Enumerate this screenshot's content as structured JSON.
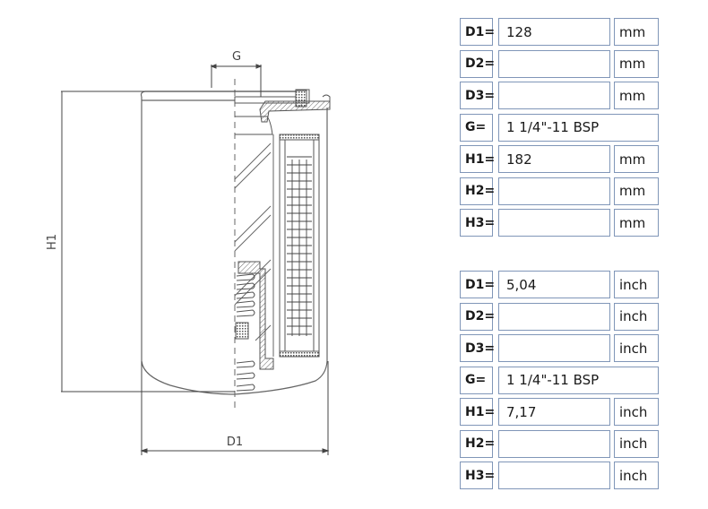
{
  "drawing": {
    "title": "Spin-on filter cross-section",
    "dimension_labels": {
      "g": "G",
      "h1": "H1",
      "d1": "D1"
    }
  },
  "tables": [
    {
      "unit_system": "metric",
      "rows": [
        {
          "label": "D1=",
          "value": "128",
          "unit": "mm"
        },
        {
          "label": "D2=",
          "value": "",
          "unit": "mm"
        },
        {
          "label": "D3=",
          "value": "",
          "unit": "mm"
        },
        {
          "label": "G=",
          "value": "1 1/4\"-11 BSP",
          "unit": null
        },
        {
          "label": "H1=",
          "value": "182",
          "unit": "mm"
        },
        {
          "label": "H2=",
          "value": "",
          "unit": "mm"
        },
        {
          "label": "H3=",
          "value": "",
          "unit": "mm"
        }
      ]
    },
    {
      "unit_system": "imperial",
      "rows": [
        {
          "label": "D1=",
          "value": "5,04",
          "unit": "inch"
        },
        {
          "label": "D2=",
          "value": "",
          "unit": "inch"
        },
        {
          "label": "D3=",
          "value": "",
          "unit": "inch"
        },
        {
          "label": "G=",
          "value": "1 1/4\"-11 BSP",
          "unit": null
        },
        {
          "label": "H1=",
          "value": "7,17",
          "unit": "inch"
        },
        {
          "label": "H2=",
          "value": "",
          "unit": "inch"
        },
        {
          "label": "H3=",
          "value": "",
          "unit": "inch"
        }
      ]
    }
  ],
  "colors": {
    "border": "#8096b8",
    "line": "#555555"
  }
}
